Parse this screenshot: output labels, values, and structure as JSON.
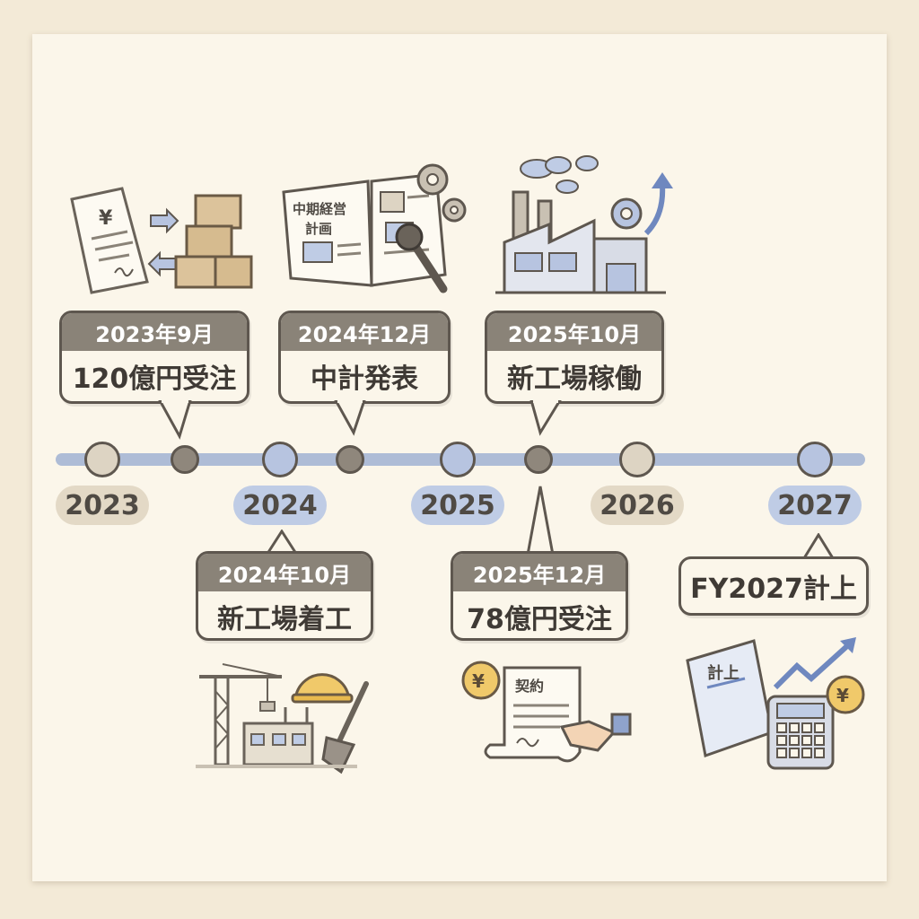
{
  "timeline": {
    "years": [
      "2023",
      "2024",
      "2025",
      "2026",
      "2027"
    ],
    "events": [
      {
        "date": "2023年9月",
        "label": "120億円受注"
      },
      {
        "date": "2024年12月",
        "label": "中計発表"
      },
      {
        "date": "2025年10月",
        "label": "新工場稼働"
      },
      {
        "date": "2024年10月",
        "label": "新工場着工"
      },
      {
        "date": "2025年12月",
        "label": "78億円受注"
      },
      {
        "date": "",
        "label": "FY2027計上"
      }
    ]
  },
  "illustrations": {
    "order_doc_yen": "¥",
    "plan_book_title_line1": "中期経営",
    "plan_book_title_line2": "計画",
    "contract_title": "契約",
    "contract_yen": "¥",
    "ledger_title": "計上",
    "calculator_yen": "¥"
  },
  "colors": {
    "track": "#aebcd6",
    "beige_node": "#ddd4c3",
    "blue_node": "#b7c4e0",
    "dark_node": "#8f877c",
    "date_header": "#8a8378",
    "outline": "#5e574f"
  }
}
